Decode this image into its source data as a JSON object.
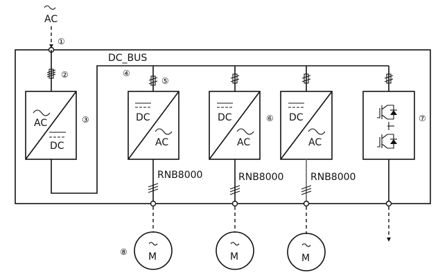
{
  "diagram": {
    "input": {
      "symbol": "~",
      "label": "AC",
      "marker": "①"
    },
    "bus_label": "DC_BUS",
    "bus_marker": "④",
    "rectifier": {
      "top_label": "AC",
      "bottom_label": "DC",
      "marker": "③",
      "fuse_marker": "②"
    },
    "inverters": [
      {
        "top_label": "DC",
        "bottom_label": "AC",
        "cable_label": "RNB8000",
        "fuse_marker": "⑤",
        "side_marker": ""
      },
      {
        "top_label": "DC",
        "bottom_label": "AC",
        "cable_label": "RNB8000",
        "fuse_marker": "",
        "side_marker": "⑥"
      },
      {
        "top_label": "DC",
        "bottom_label": "AC",
        "cable_label": "RNB8000",
        "fuse_marker": "",
        "side_marker": ""
      }
    ],
    "brake_unit": {
      "marker": "⑦"
    },
    "motors": [
      {
        "symbol": "~",
        "label": "M",
        "marker": "⑧"
      },
      {
        "symbol": "~",
        "label": "M",
        "marker": ""
      },
      {
        "symbol": "~",
        "label": "M",
        "marker": ""
      }
    ]
  }
}
